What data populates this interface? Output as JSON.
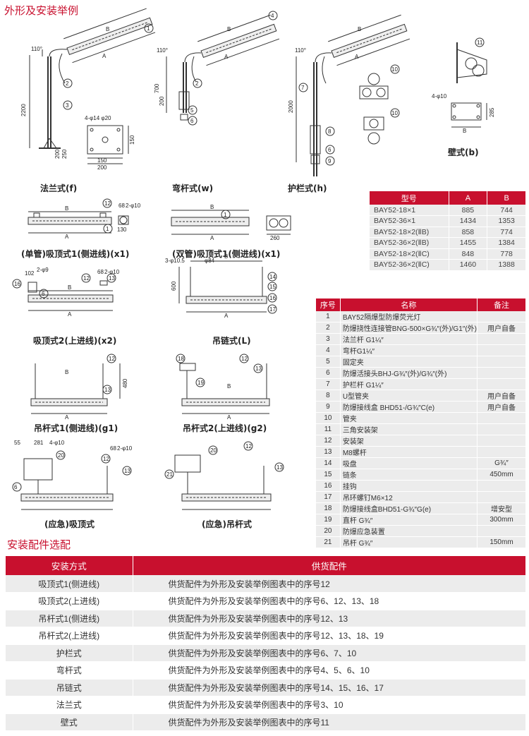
{
  "headings": {
    "dimensions": "外形及安装举例",
    "accessories": "安装配件选配"
  },
  "diagram_labels": {
    "flange": "法兰式(f)",
    "bent_pole": "弯杆式(w)",
    "guardrail": "护栏式(h)",
    "wall": "壁式(b)",
    "ceiling_single": "(单管)吸顶式1(侧进线)(x1)",
    "ceiling_double": "(双管)吸顶式1(侧进线)(x1)",
    "ceiling2": "吸顶式2(上进线)(x2)",
    "chain": "吊链式(L)",
    "pole1": "吊杆式1(侧进线)(g1)",
    "pole2": "吊杆式2(上进线)(g2)",
    "emerg_ceiling": "(应急)吸顶式",
    "emerg_pole": "(应急)吊杆式"
  },
  "dim_text": {
    "A": "A",
    "B": "B",
    "d2200": "2200",
    "d2000": "2000",
    "d700": "700",
    "d200": "200",
    "d250": "250",
    "d150": "150",
    "d285": "285",
    "d600": "600",
    "d480": "480",
    "d260": "260",
    "d130": "130",
    "d68": "68",
    "d102": "102",
    "d55": "55",
    "d281": "281",
    "ang110": "110°",
    "holes_4_14_20": "4-φ14 φ20",
    "holes_4_10": "4-φ10",
    "holes_2_10": "2-φ10",
    "holes_2_9": "2-φ9",
    "holes_3_105": "3-φ10.5",
    "phi84": "φ84"
  },
  "model_table": {
    "headers": [
      "型号",
      "A",
      "B"
    ],
    "rows": [
      [
        "BAY52-18×1",
        "885",
        "744"
      ],
      [
        "BAY52-36×1",
        "1434",
        "1353"
      ],
      [
        "BAY52-18×2(ⅡB)",
        "858",
        "774"
      ],
      [
        "BAY52-36×2(ⅡB)",
        "1455",
        "1384"
      ],
      [
        "BAY52-18×2(ⅡC)",
        "848",
        "778"
      ],
      [
        "BAY52-36×2(ⅡC)",
        "1460",
        "1388"
      ]
    ]
  },
  "parts_table": {
    "headers": [
      "序号",
      "名称",
      "备注"
    ],
    "rows": [
      [
        "1",
        "BAY52隔爆型防爆荧光灯",
        ""
      ],
      [
        "2",
        "防爆挠性连接管BNG-500×G¾″(外)/G1″(外)",
        "用户自备"
      ],
      [
        "3",
        "法兰杆 G1¼″",
        ""
      ],
      [
        "4",
        "弯杆G1¼″",
        ""
      ],
      [
        "5",
        "固定夹",
        ""
      ],
      [
        "6",
        "防爆活接头BHJ-G¾″(外)/G¾″(外)",
        ""
      ],
      [
        "7",
        "护栏杆 G1¼″",
        ""
      ],
      [
        "8",
        "U型管夹",
        "用户自备"
      ],
      [
        "9",
        "防爆接线盒 BHD51-/G¾″C(e)",
        "用户自备"
      ],
      [
        "10",
        "管夹",
        ""
      ],
      [
        "11",
        "三角安装架",
        ""
      ],
      [
        "12",
        "安装架",
        ""
      ],
      [
        "13",
        "M8螺杆",
        ""
      ],
      [
        "14",
        "吸盘",
        "G¾″"
      ],
      [
        "15",
        "链条",
        "450mm"
      ],
      [
        "16",
        "挂钩",
        ""
      ],
      [
        "17",
        "吊环螺钉M6×12",
        ""
      ],
      [
        "18",
        "防爆接线盒BHD51-G¾″G(e)",
        "增安型"
      ],
      [
        "19",
        "直杆 G¾″",
        "300mm"
      ],
      [
        "20",
        "防爆应急装置",
        ""
      ],
      [
        "21",
        "吊杆 G¾″",
        "150mm"
      ]
    ]
  },
  "accessory_table": {
    "headers": [
      "安装方式",
      "供货配件"
    ],
    "rows": [
      [
        "吸顶式1(侧进线)",
        "供货配件为外形及安装举例图表中的序号12"
      ],
      [
        "吸顶式2(上进线)",
        "供货配件为外形及安装举例图表中的序号6、12、13、18"
      ],
      [
        "吊杆式1(侧进线)",
        "供货配件为外形及安装举例图表中的序号12、13"
      ],
      [
        "吊杆式2(上进线)",
        "供货配件为外形及安装举例图表中的序号12、13、18、19"
      ],
      [
        "护栏式",
        "供货配件为外形及安装举例图表中的序号6、7、10"
      ],
      [
        "弯杆式",
        "供货配件为外形及安装举例图表中的序号4、5、6、10"
      ],
      [
        "吊链式",
        "供货配件为外形及安装举例图表中的序号14、15、16、17"
      ],
      [
        "法兰式",
        "供货配件为外形及安装举例图表中的序号3、10"
      ],
      [
        "壁式",
        "供货配件为外形及安装举例图表中的序号11"
      ]
    ]
  },
  "colors": {
    "accent": "#c8102e",
    "row_grey": "#ececec",
    "line": "#333333"
  }
}
